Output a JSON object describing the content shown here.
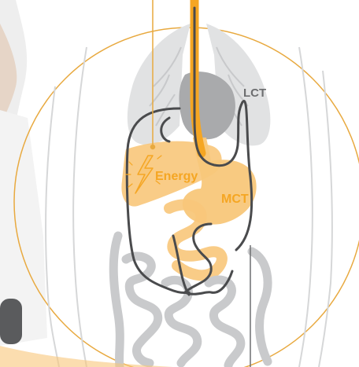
{
  "labels": {
    "energy": "Energy",
    "mct": "MCT",
    "lct": "LCT"
  },
  "colors": {
    "accent_orange": "#f5a623",
    "orange_soft": "#f8c77a",
    "lct_gray": "#6d6e70",
    "pathway_dark": "#4a4b4d",
    "organ_gray": "#cfd0d2",
    "organ_light": "#e4e5e6",
    "circle_outline": "#e8a93f"
  },
  "icons": {
    "energy": "lightning-bolt-icon"
  }
}
